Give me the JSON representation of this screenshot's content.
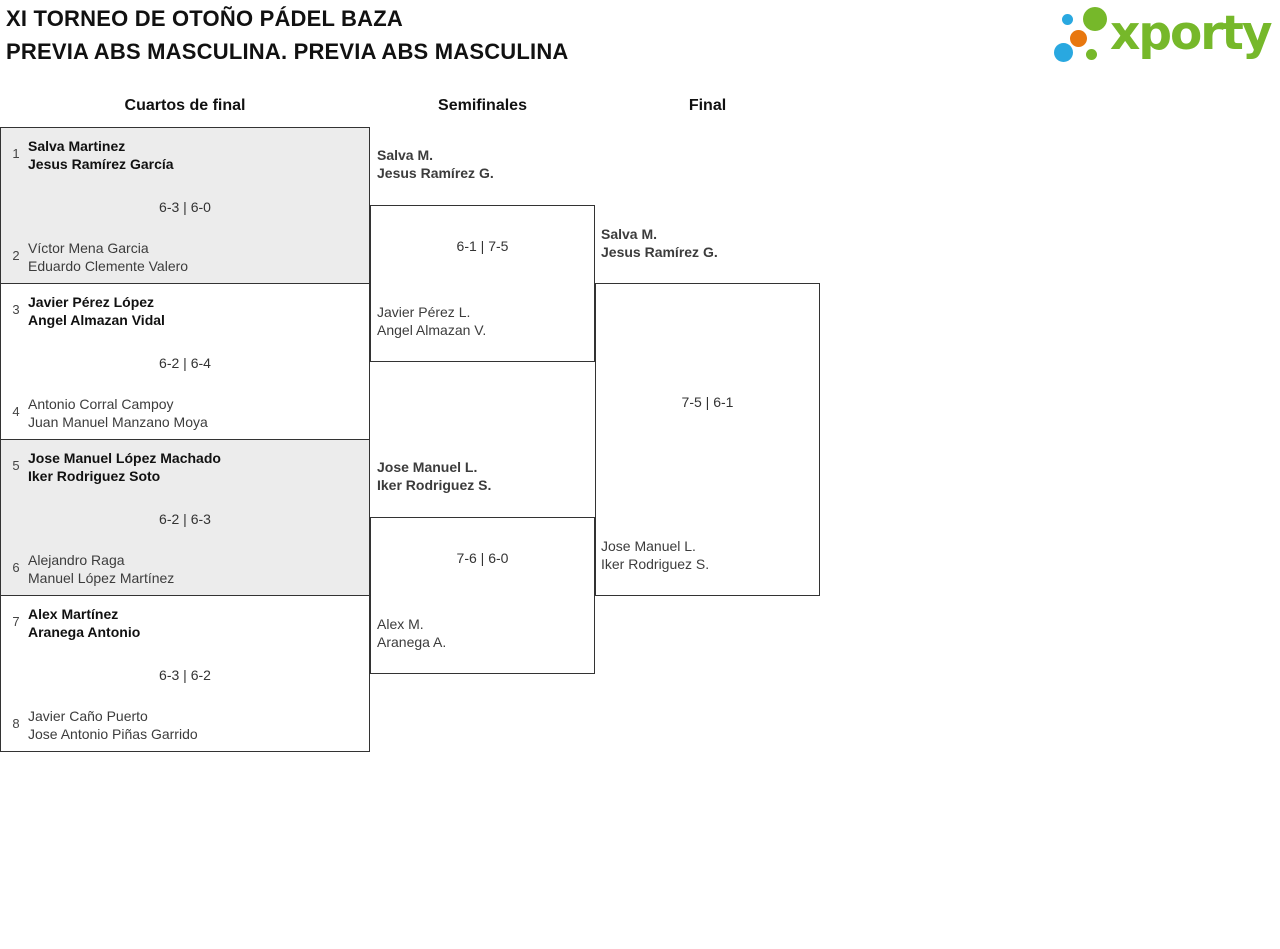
{
  "header": {
    "title_line1": "XI TORNEO DE OTOÑO PÁDEL BAZA",
    "title_line2": "PREVIA ABS MASCULINA. PREVIA ABS MASCULINA"
  },
  "logo": {
    "text": "xporty",
    "colors": {
      "green": "#76b82a",
      "blue": "#29a8e0",
      "orange": "#e8770e"
    }
  },
  "rounds": {
    "quarterfinals_label": "Cuartos de final",
    "semifinals_label": "Semifinales",
    "final_label": "Final"
  },
  "bracket": {
    "quarterfinals": [
      {
        "seed_top": "1",
        "team_top": [
          "Salva Martinez",
          "Jesus Ramírez García"
        ],
        "score": "6-3 | 6-0",
        "seed_bottom": "2",
        "team_bottom": [
          "Víctor Mena Garcia",
          "Eduardo Clemente Valero"
        ],
        "winner": "top"
      },
      {
        "seed_top": "3",
        "team_top": [
          "Javier Pérez López",
          "Angel Almazan Vidal"
        ],
        "score": "6-2 | 6-4",
        "seed_bottom": "4",
        "team_bottom": [
          "Antonio Corral Campoy",
          "Juan Manuel Manzano Moya"
        ],
        "winner": "top"
      },
      {
        "seed_top": "5",
        "team_top": [
          "Jose Manuel López Machado",
          "Iker Rodriguez Soto"
        ],
        "score": "6-2 | 6-3",
        "seed_bottom": "6",
        "team_bottom": [
          "Alejandro Raga",
          "Manuel López Martínez"
        ],
        "winner": "top"
      },
      {
        "seed_top": "7",
        "team_top": [
          "Alex Martínez",
          "Aranega Antonio"
        ],
        "score": "6-3 | 6-2",
        "seed_bottom": "8",
        "team_bottom": [
          "Javier Caño Puerto",
          "Jose Antonio Piñas Garrido"
        ],
        "winner": "top"
      }
    ],
    "semifinals": [
      {
        "team_top": [
          "Salva M.",
          "Jesus Ramírez G."
        ],
        "score": "6-1 | 7-5",
        "team_bottom": [
          "Javier Pérez L.",
          "Angel Almazan V."
        ],
        "winner": "top"
      },
      {
        "team_top": [
          "Jose Manuel L.",
          "Iker Rodriguez S."
        ],
        "score": "7-6 | 6-0",
        "team_bottom": [
          "Alex M.",
          "Aranega A."
        ],
        "winner": "top"
      }
    ],
    "final": {
      "team_top": [
        "Salva M.",
        "Jesus Ramírez G."
      ],
      "score": "7-5 | 6-1",
      "team_bottom": [
        "Jose Manuel L.",
        "Iker Rodriguez S."
      ],
      "winner": "top"
    }
  },
  "colors": {
    "match_alt_bg": "#ececec",
    "border": "#333333",
    "text_strong": "#111111",
    "text_regular": "#3c3c3c"
  }
}
